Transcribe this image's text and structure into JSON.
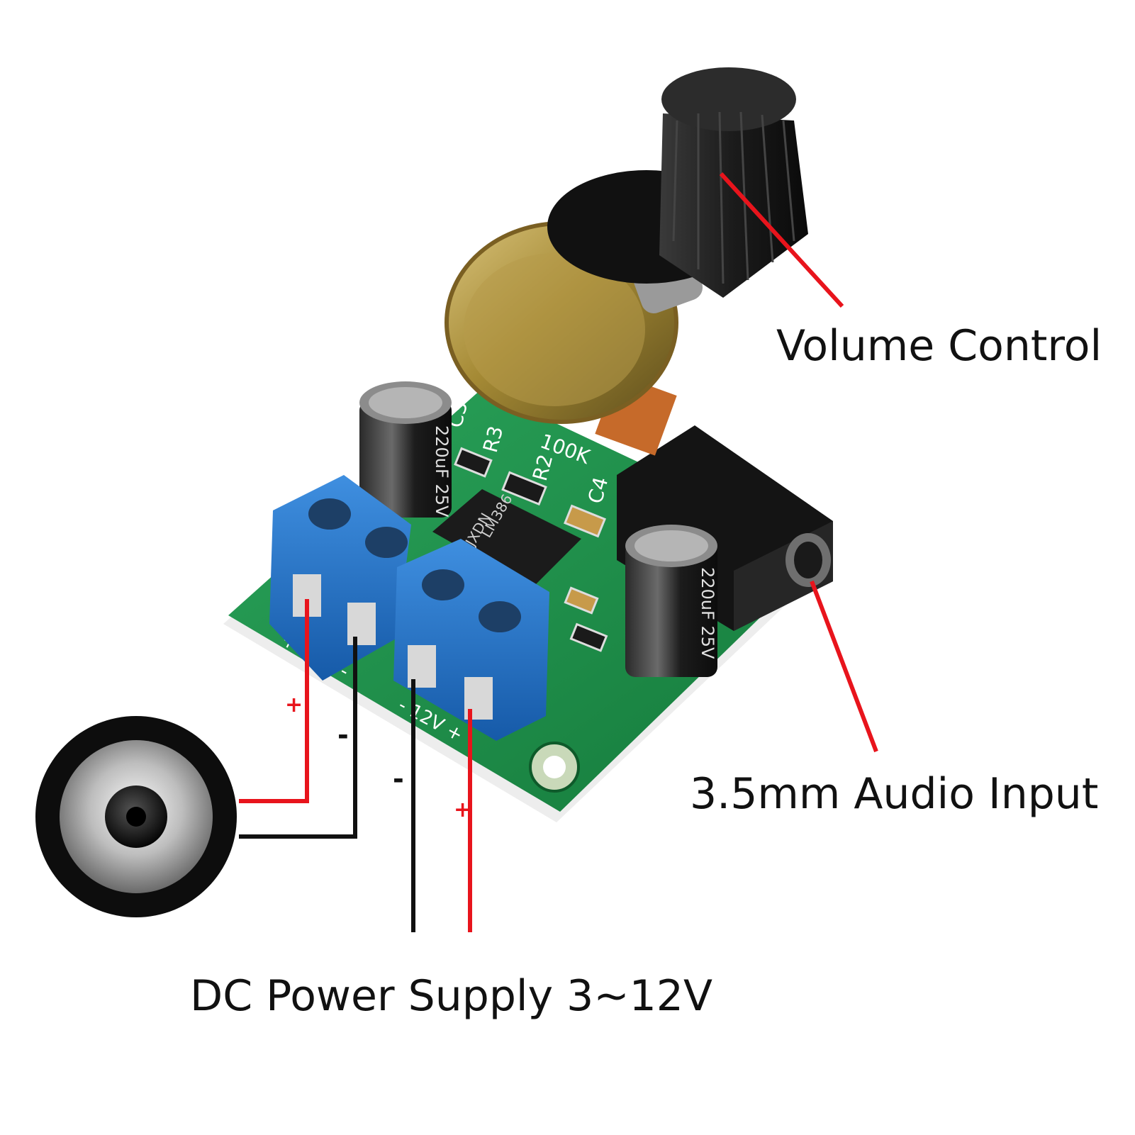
{
  "labels": {
    "volume_control": "Volume Control",
    "audio_input": "3.5mm Audio Input",
    "power_supply": "DC Power Supply 3~12V"
  },
  "polarity": {
    "speaker_plus": "+",
    "speaker_minus": "-",
    "power_minus": "-",
    "power_plus": "+"
  },
  "board_silkscreen": {
    "c3": "C3",
    "r3": "R3",
    "r2": "R2",
    "c4": "C4",
    "pot_value": "100K",
    "chip_line1": "JXDN",
    "chip_line2": "LM386",
    "cap_left": "220uF 25V",
    "cap_right": "220uF 25V",
    "out_mark": "+ OUT -",
    "power_mark": "- 12V +"
  },
  "colors": {
    "pcb_green": "#1d8a47",
    "terminal_blue": "#1f6fc4",
    "wire_red": "#e8141c",
    "wire_black": "#111111",
    "knob_black": "#1a1a1a",
    "pot_brass": "#b89a3c"
  }
}
